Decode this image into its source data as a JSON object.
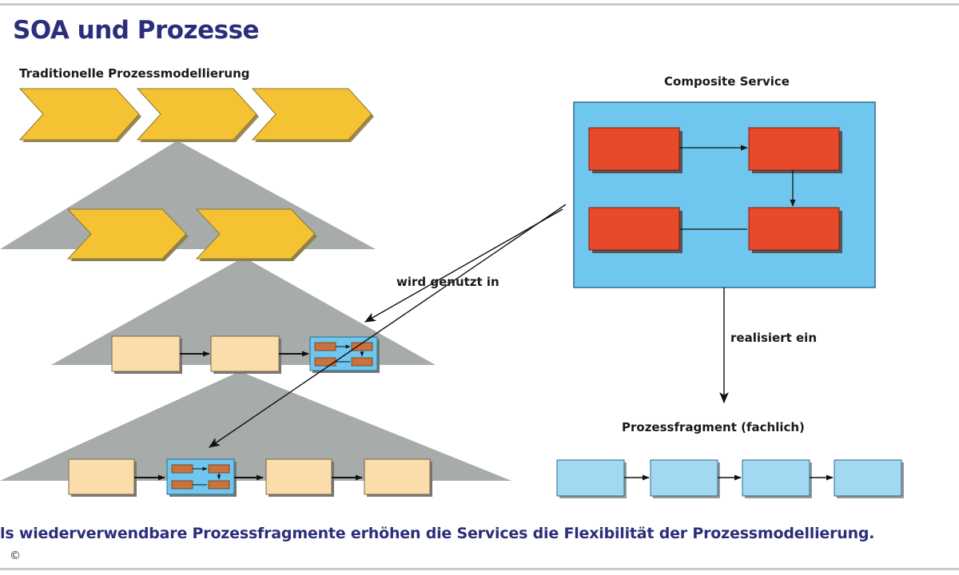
{
  "title": "SOA und Prozesse",
  "labels": {
    "traditional": "Traditionelle Prozessmodellierung",
    "composite_service": "Composite Service",
    "used_in": "wird genutzt in",
    "realizes": "realisiert ein",
    "process_fragment": "Prozessfragment (fachlich)"
  },
  "caption": "ls wiederverwendbare Prozessfragmente erhöhen die Services die Flexibilität der Prozessmodellierung.",
  "copyright": "©",
  "colors": {
    "title": "#2b2e7a",
    "chevron": "#f5c234",
    "triangle": "#a7abaa",
    "process_box": "#fbdcab",
    "service_bg": "#6fc6ee",
    "service_box": "#e64a2a",
    "fragment_box": "#a3d8f2",
    "mini_box": "#c9723e"
  }
}
